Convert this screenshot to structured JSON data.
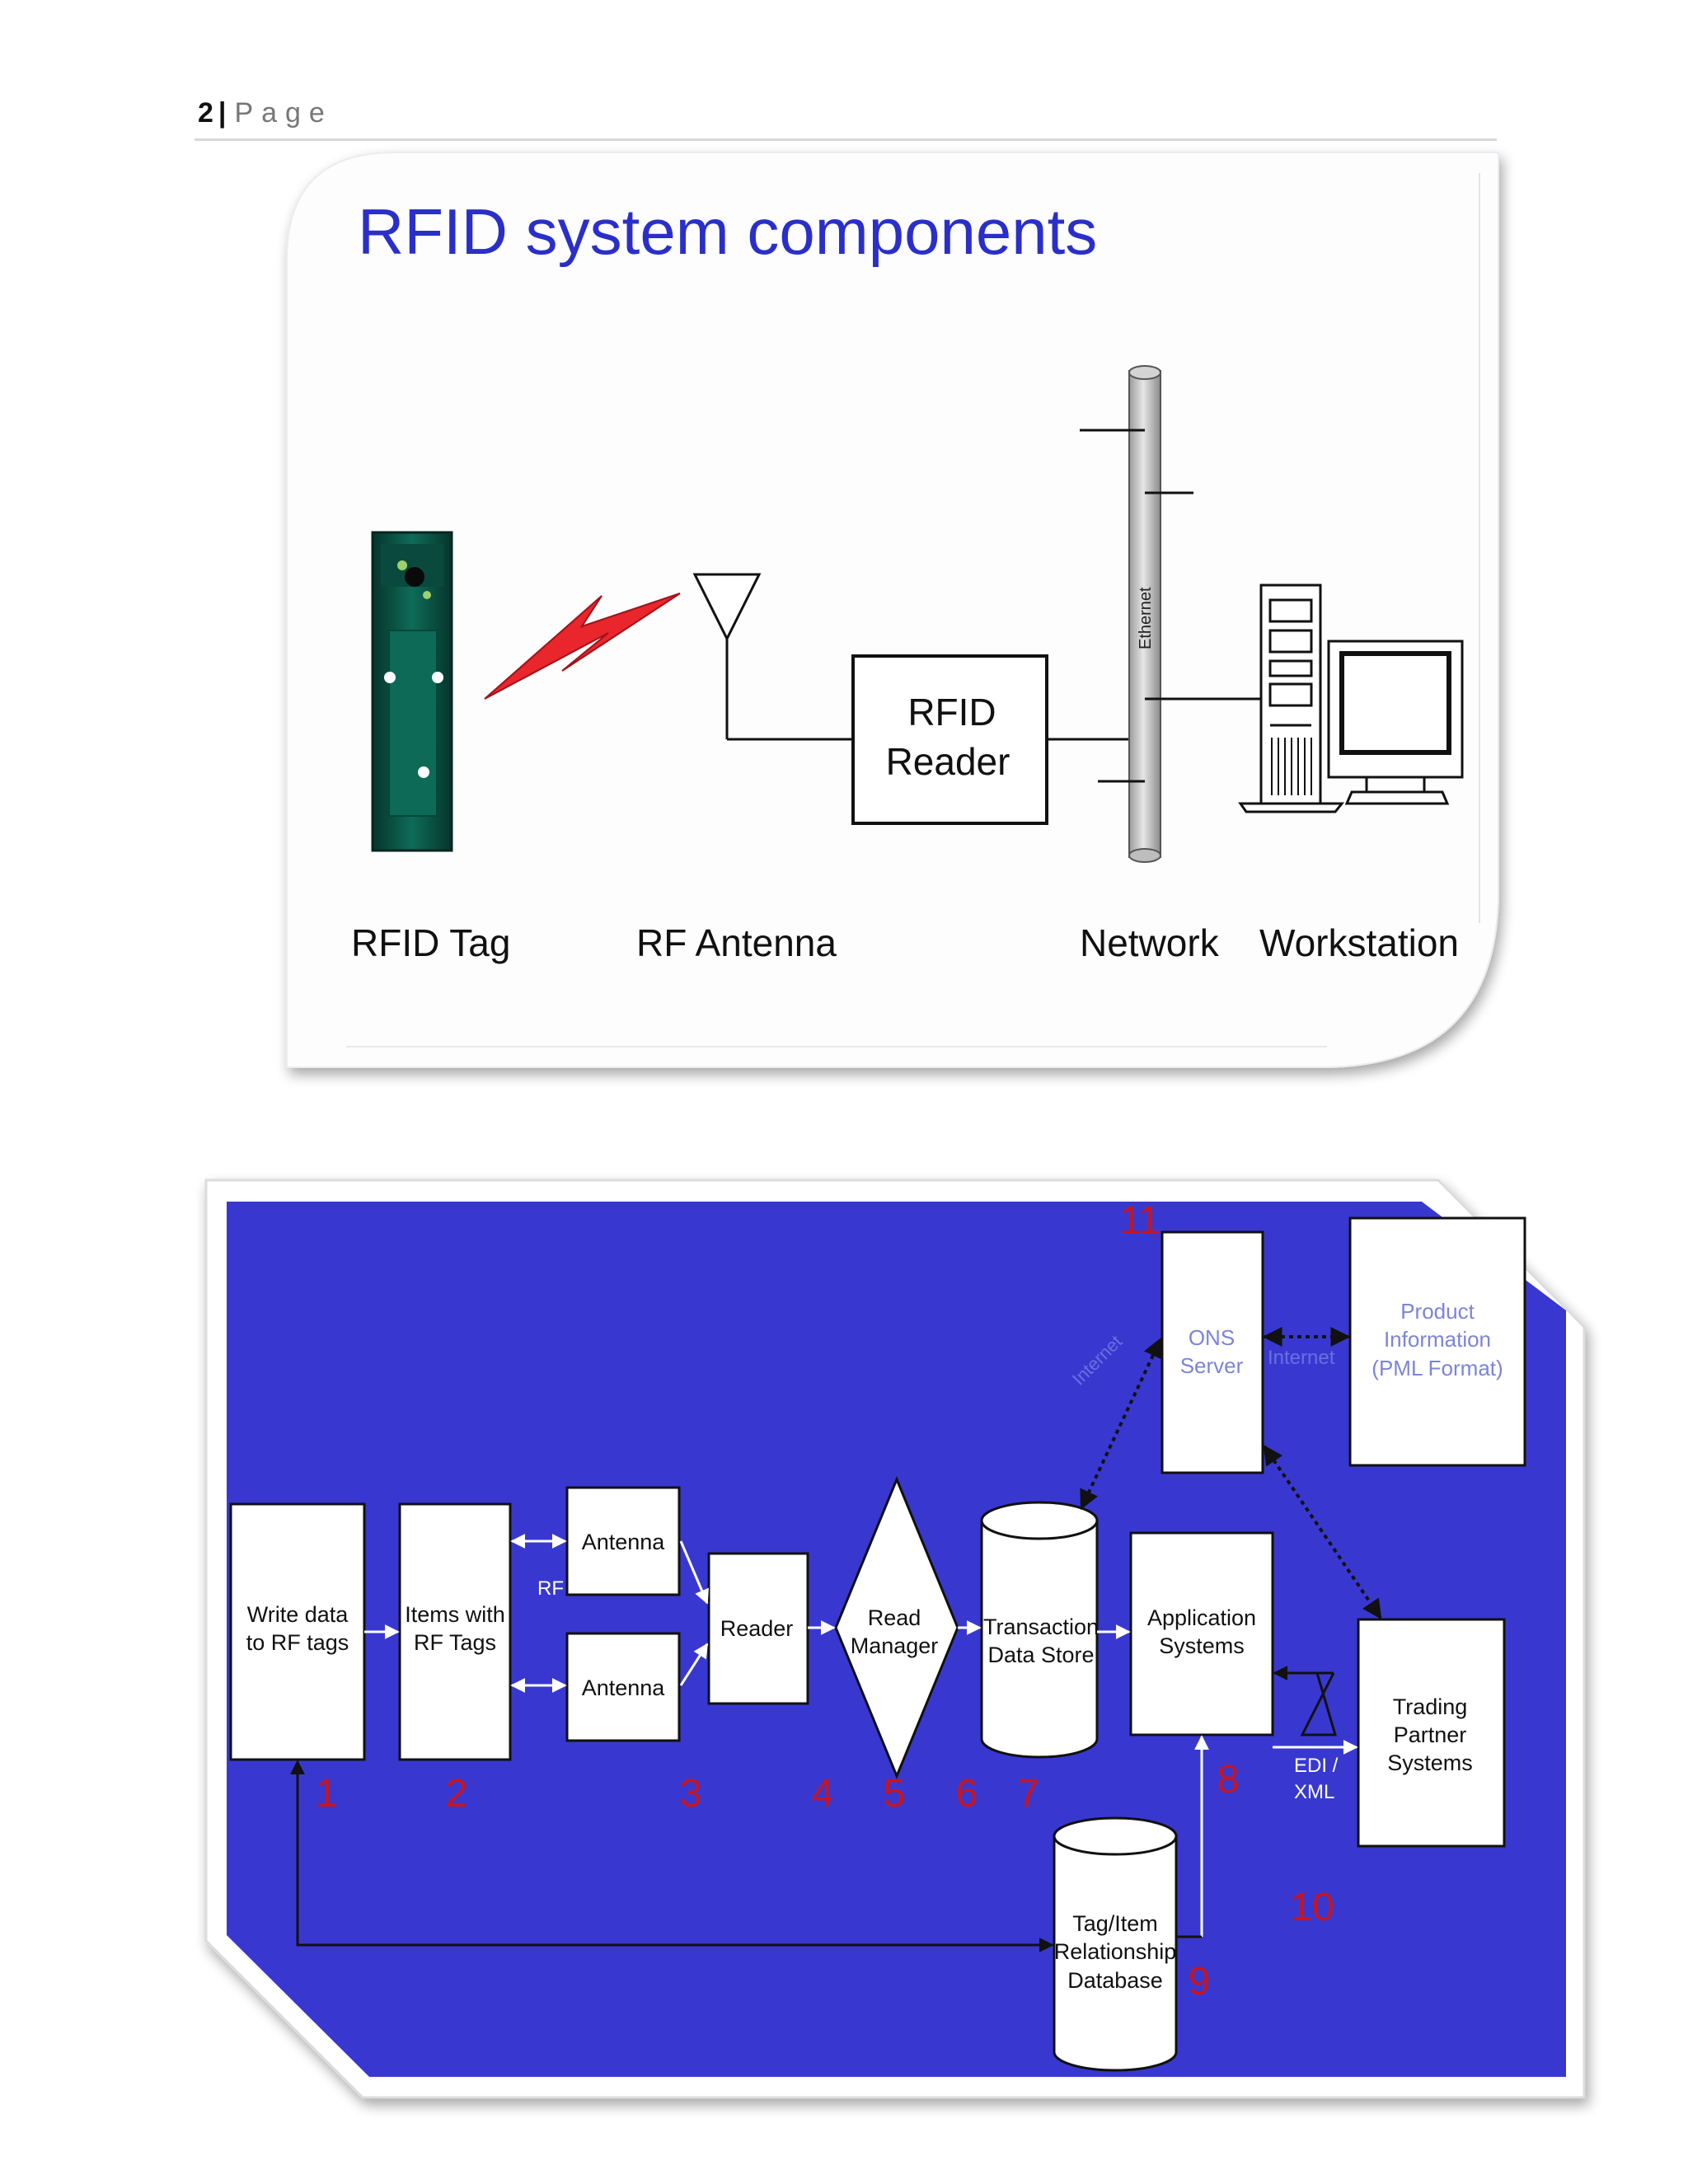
{
  "page_header": {
    "number": "2",
    "separator": "|",
    "label": "Page"
  },
  "figure1": {
    "title": "RFID system components",
    "reader_line1": "RFID",
    "reader_line2": "Reader",
    "network_backbone": "Ethernet",
    "labels": {
      "tag": "RFID Tag",
      "antenna": "RF Antenna",
      "network": "Network",
      "workstation": "Workstation"
    },
    "colors": {
      "title": "#2a2fc9",
      "bolt": "#e8262b",
      "tag_body": "#0b5e4e"
    }
  },
  "figure2": {
    "background": "#3838d0",
    "boxes": {
      "write_data": [
        "Write data",
        "to RF tags"
      ],
      "items": [
        "Items with",
        "RF Tags"
      ],
      "antenna_top": "Antenna",
      "antenna_bottom": "Antenna",
      "reader": "Reader",
      "read_manager": [
        "Read",
        "Manager"
      ],
      "transaction_store": [
        "Transaction",
        "Data Store"
      ],
      "application_systems": [
        "Application",
        "Systems"
      ],
      "ons_server": [
        "ONS",
        "Server"
      ],
      "product_info": [
        "Product",
        "Information",
        "(PML Format)"
      ],
      "trading_partner": [
        "Trading",
        "Partner",
        "Systems"
      ],
      "tag_db": [
        "Tag/Item",
        "Relationship",
        "Database"
      ]
    },
    "link_labels": {
      "rf": "RF",
      "internet_left": "Internet",
      "internet_right": "Internet",
      "edi": [
        "EDI /",
        "XML"
      ]
    },
    "step_numbers": [
      "1",
      "2",
      "3",
      "4",
      "5",
      "6",
      "7",
      "8",
      "9",
      "10",
      "11"
    ],
    "colors": {
      "numbers": "#c8141e"
    }
  }
}
